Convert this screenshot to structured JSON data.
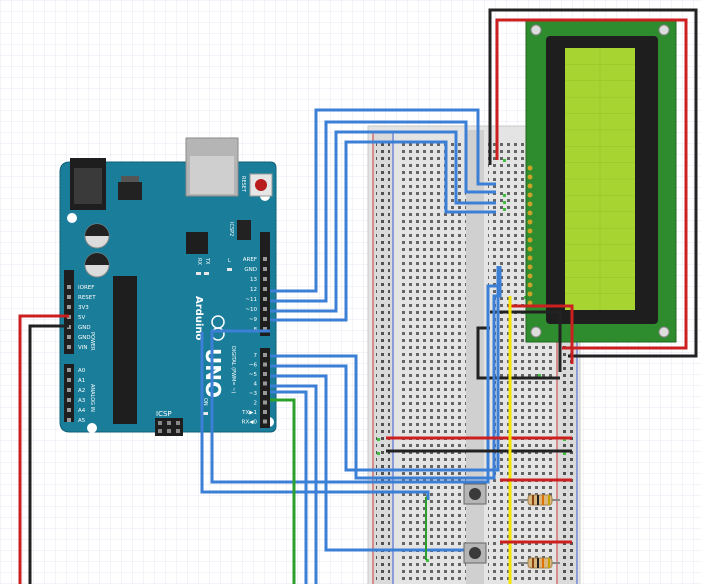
{
  "arduino": {
    "reset_label": "RESET",
    "icsp2_label": "ICSP2",
    "icsp_label": "ICSP",
    "tx_label": "TX",
    "rx_label": "RX",
    "l_label": "L",
    "on_label": "ON",
    "logo_text": "Arduino",
    "model_text": "UNO",
    "power_label": "POWER",
    "analog_label": "ANALOG IN",
    "digital_label": "DIGITAL (PWM= ~)",
    "power_pins": [
      "IOREF",
      "RESET",
      "3V3",
      "5V",
      "GND",
      "GND",
      "VIN"
    ],
    "analog_pins": [
      "A0",
      "A1",
      "A2",
      "A3",
      "A4",
      "A5"
    ],
    "digital_top_pins": [
      "AREF",
      "GND",
      "13",
      "12",
      "~11",
      "~10",
      "~9",
      "8"
    ],
    "digital_bottom_pins": [
      "7",
      "~6",
      "~5",
      "4",
      "~3",
      "2",
      "TX▶1",
      "RX◀0"
    ]
  },
  "colors": {
    "board": "#1a7e9a",
    "wire_blue": "#3b7fd6",
    "wire_red": "#cc1f1f",
    "wire_black": "#222222",
    "wire_green": "#2ca02c",
    "wire_yellow": "#f5e400",
    "lcd_pcb": "#2e8b2e",
    "lcd_screen": "#a8d432"
  }
}
